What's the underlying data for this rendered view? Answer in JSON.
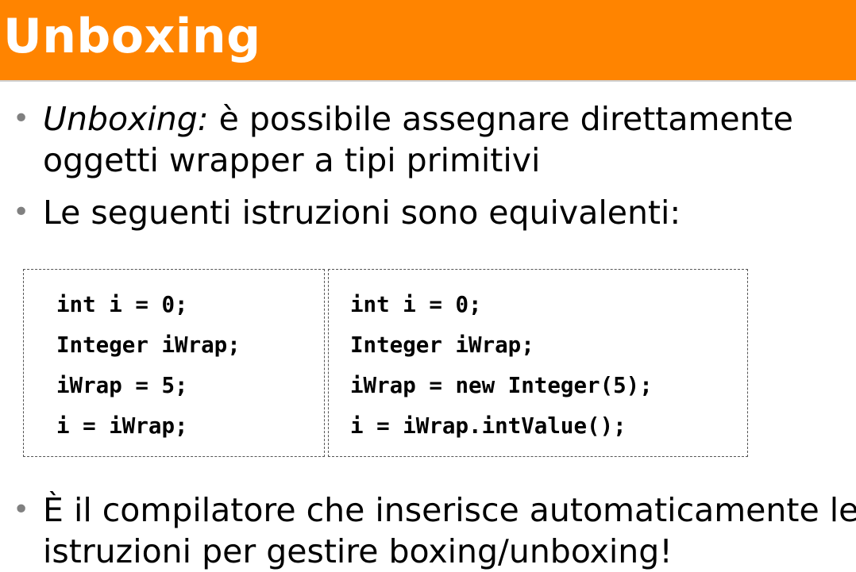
{
  "title": "Unboxing",
  "bullets": [
    {
      "emphasis": "Unboxing:",
      "line1_rest": " è possibile assegnare direttamente",
      "line2": "oggetti wrapper a tipi primitivi"
    },
    {
      "line1": "Le seguenti istruzioni sono equivalenti:"
    },
    {
      "line1": "È il compilatore che inserisce automaticamente le",
      "line2": "istruzioni per gestire boxing/unboxing!"
    }
  ],
  "code_left": [
    "int i = 0;",
    "Integer iWrap;",
    "iWrap = 5;",
    "i = iWrap;"
  ],
  "code_right": [
    "int i = 0;",
    "Integer iWrap;",
    "iWrap = new Integer(5);",
    "i = iWrap.intValue();"
  ],
  "colors": {
    "title_bar": "#ff8400",
    "title_text": "#ffffff",
    "bullet_dot": "#808080"
  }
}
